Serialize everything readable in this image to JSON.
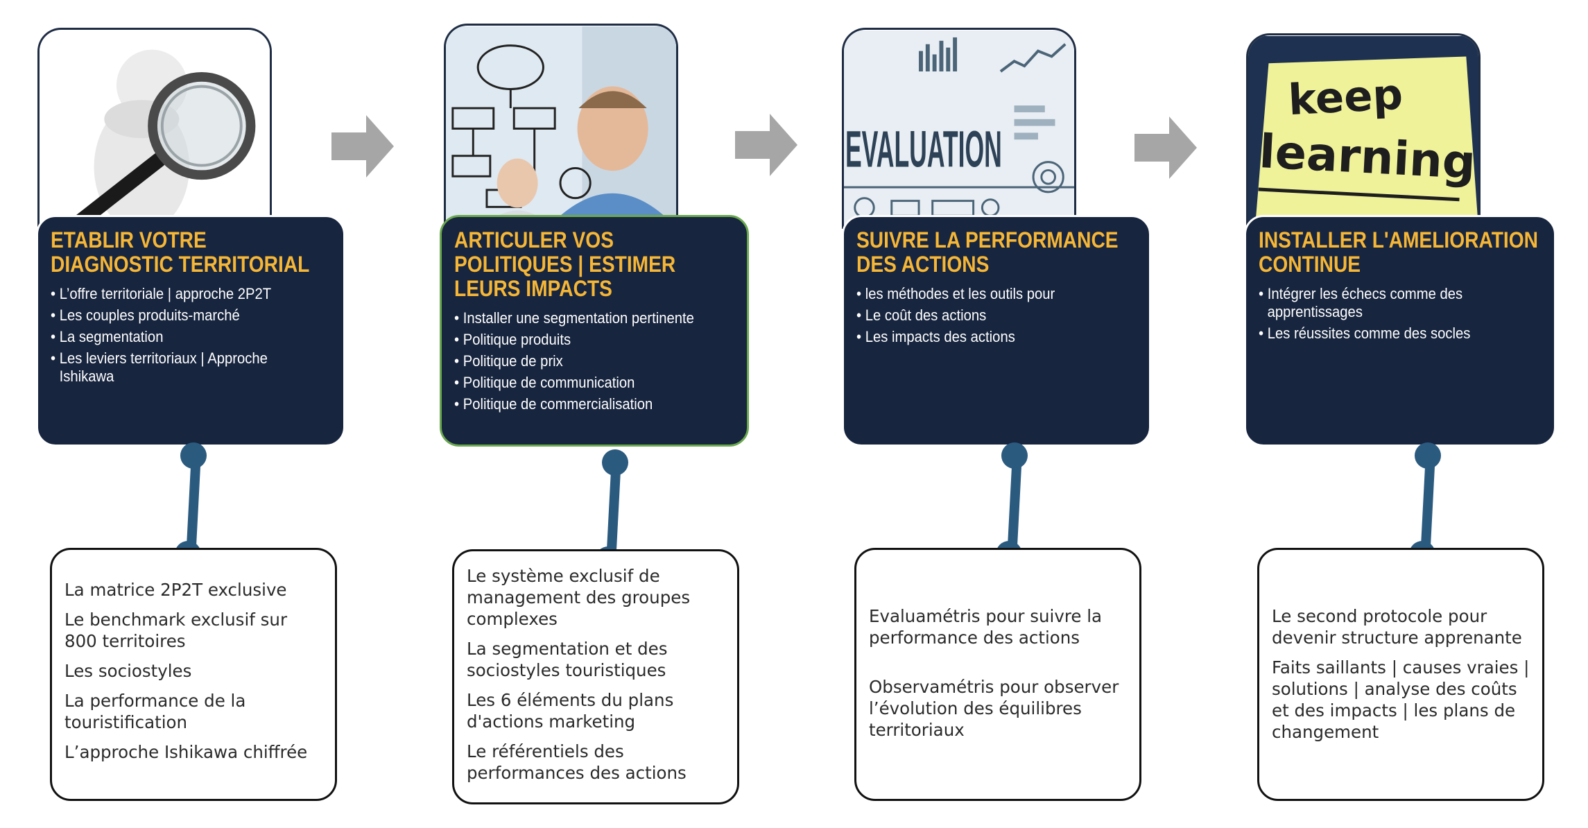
{
  "steps": [
    {
      "image_alt": "magnifying-glass-figure",
      "title": "ETABLIR VOTRE DIAGNOSTIC TERRITORIAL",
      "items": [
        "L’offre territoriale  | approche 2P2T",
        "Les couples produits-marché",
        "La segmentation",
        "Les leviers territoriaux | Approche Ishikawa"
      ],
      "tools": [
        "La matrice 2P2T exclusive",
        "Le benchmark exclusif sur 800 territoires",
        "Les sociostyles",
        "La performance de la touristification",
        "L’approche Ishikawa chiffrée"
      ]
    },
    {
      "image_alt": "man-drawing-flowchart",
      "title": "ARTICULER VOS POLITIQUES | ESTIMER LEURS IMPACTS",
      "items": [
        "Installer une segmentation pertinente",
        "Politique produits",
        "Politique de prix",
        "Politique de communication",
        "Politique de commercialisation"
      ],
      "tools": [
        "Le système exclusif de management des groupes complexes",
        "La segmentation et des sociostyles touristiques",
        "Les 6 éléments du plans d'actions marketing",
        "Le référentiels des performances des actions"
      ]
    },
    {
      "image_alt": "evaluation-dashboard",
      "image_text": "EVALUATION",
      "title": "SUIVRE LA PERFORMANCE DES ACTIONS",
      "items": [
        "les méthodes et les outils pour",
        "Le coût des actions",
        "Les impacts des actions"
      ],
      "tools": [
        "Evaluamétris pour suivre la performance des actions",
        "Observamétris pour observer l’évolution des équilibres territoriaux"
      ]
    },
    {
      "image_alt": "keep-learning-note",
      "image_text": [
        "keep",
        "learning"
      ],
      "title": "INSTALLER L'AMELIORATION CONTINUE",
      "items": [
        "Intégrer les échecs comme des apprentissages",
        "Les réussites comme des socles"
      ],
      "tools": [
        "Le second protocole pour devenir structure apprenante",
        "Faits saillants | causes vraies | solutions | analyse des coûts et des impacts | les plans de changement"
      ]
    }
  ],
  "colors": {
    "card_bg": "#17253f",
    "title": "#f6b636",
    "connector": "#2b5a7f",
    "arrow": "#a6a6a6",
    "highlight_border": "#6aa84f"
  }
}
